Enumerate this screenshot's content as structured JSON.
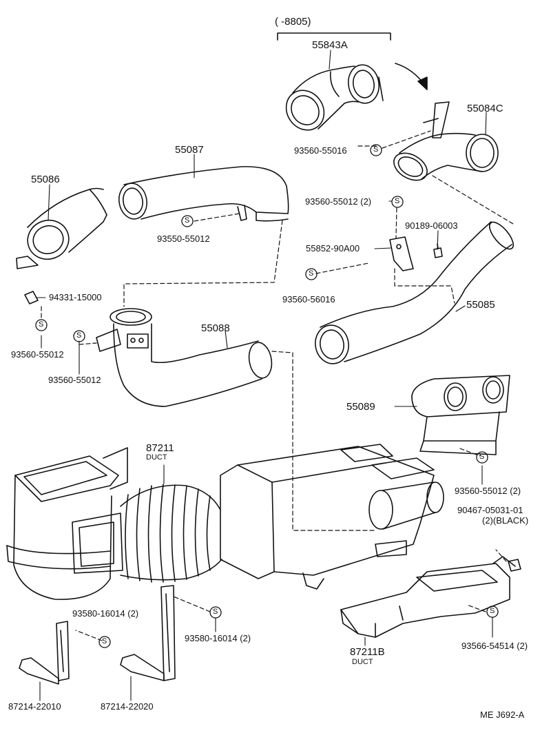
{
  "parts": {
    "range_label": "(      -8805)",
    "p55843a": "55843A",
    "p55084c": "55084C",
    "p93560_55016_a": "93560-55016",
    "p55087": "55087",
    "p55086": "55086",
    "p93550_55012": "93550-55012",
    "p93560_55012_2a": "93560-55012 (2)",
    "p90189_06003": "90189-06003",
    "p55852_90a00": "55852-90A00",
    "p93560_56016_b": "93560-56016",
    "p55085": "55085",
    "p94331_15000": "94331-15000",
    "p93560_55012_a": "93560-55012",
    "p55088": "55088",
    "p93560_55012_b": "93560-55012",
    "p55089": "55089",
    "p87211": "87211",
    "duct_a": "DUCT",
    "p93560_55012_2b": "93560-55012 (2)",
    "p90467_05031_01": "90467-05031-01",
    "black_note": "(2)(BLACK)",
    "p93580_16014_2a": "93580-16014 (2)",
    "p93580_16014_2b": "93580-16014 (2)",
    "p87211b": "87211B",
    "duct_b": "DUCT",
    "p93566_54514": "93566-54514 (2)",
    "p87214_22010": "87214-22010",
    "p87214_22020": "87214-22020",
    "screw_symbol": "S"
  },
  "diagram_ref": "ME  J692-A"
}
